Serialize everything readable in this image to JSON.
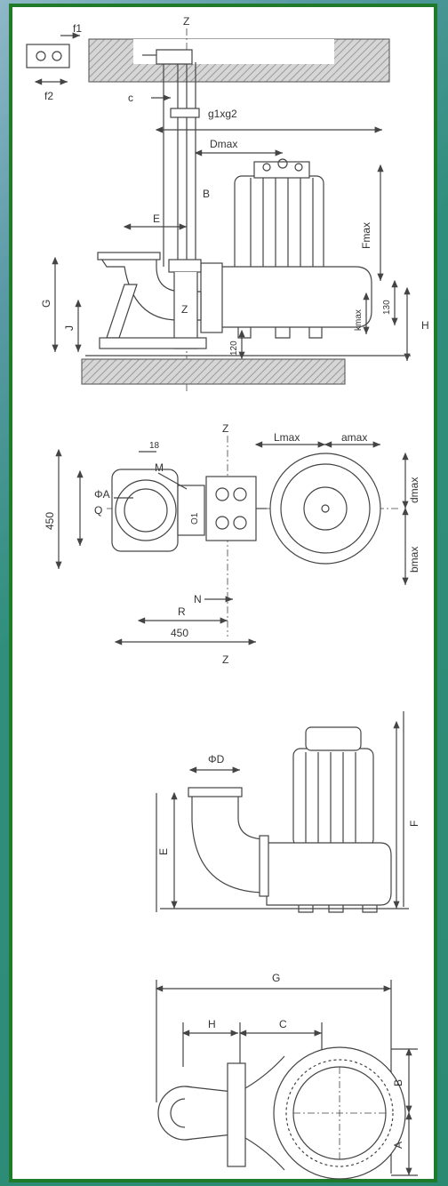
{
  "colors": {
    "frame": "#1f7a2a",
    "background": "#2f8f7c",
    "line": "#444444",
    "hatch": "#bdbdbd"
  },
  "views": {
    "installation": {
      "z_top": "Z",
      "f1": "f1",
      "f2": "f2",
      "c": "c",
      "g1xg2": "g1xg2",
      "dmax": "Dmax",
      "b": "B",
      "e": "E",
      "fmax": "Fmax",
      "g": "G",
      "j": "J",
      "z_mid": "Z",
      "kmax": "kmax",
      "d130": "130",
      "h": "H",
      "d120": "120"
    },
    "plan": {
      "z_top": "Z",
      "d18": "18",
      "m": "M",
      "lmax": "Lmax",
      "amax": "amax",
      "phi_a": "ΦA",
      "q": "Q",
      "o1": "O1",
      "dmax": "dmax",
      "bmax": "bmax",
      "d450_v": "450",
      "n": "N",
      "r": "R",
      "d450_h": "450",
      "z_bot": "Z"
    },
    "pump_side": {
      "phi_d": "ΦD",
      "e": "E",
      "f": "F"
    },
    "pump_top": {
      "g": "G",
      "h": "H",
      "c": "C",
      "b": "B",
      "a": "A"
    }
  }
}
